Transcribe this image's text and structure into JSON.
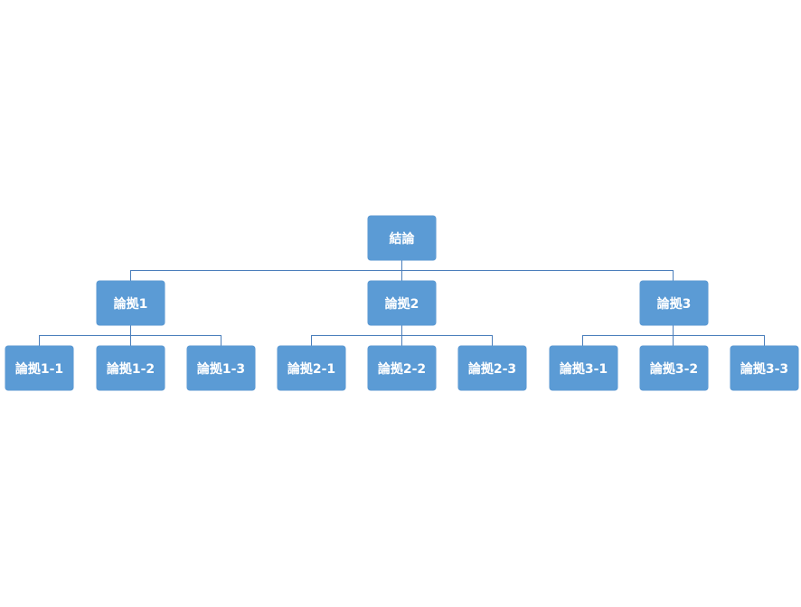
{
  "colors": {
    "node_fill": "#5b9bd5",
    "node_text": "#ffffff",
    "connector": "#4a7ebb",
    "background": "#ffffff"
  },
  "tree": {
    "root": {
      "label": "結論"
    },
    "children": [
      {
        "label": "論拠1",
        "children": [
          {
            "label": "論拠1-1"
          },
          {
            "label": "論拠1-2"
          },
          {
            "label": "論拠1-3"
          }
        ]
      },
      {
        "label": "論拠2",
        "children": [
          {
            "label": "論拠2-1"
          },
          {
            "label": "論拠2-2"
          },
          {
            "label": "論拠2-3"
          }
        ]
      },
      {
        "label": "論拠3",
        "children": [
          {
            "label": "論拠3-1"
          },
          {
            "label": "論拠3-2"
          },
          {
            "label": "論拠3-3"
          }
        ]
      }
    ]
  }
}
